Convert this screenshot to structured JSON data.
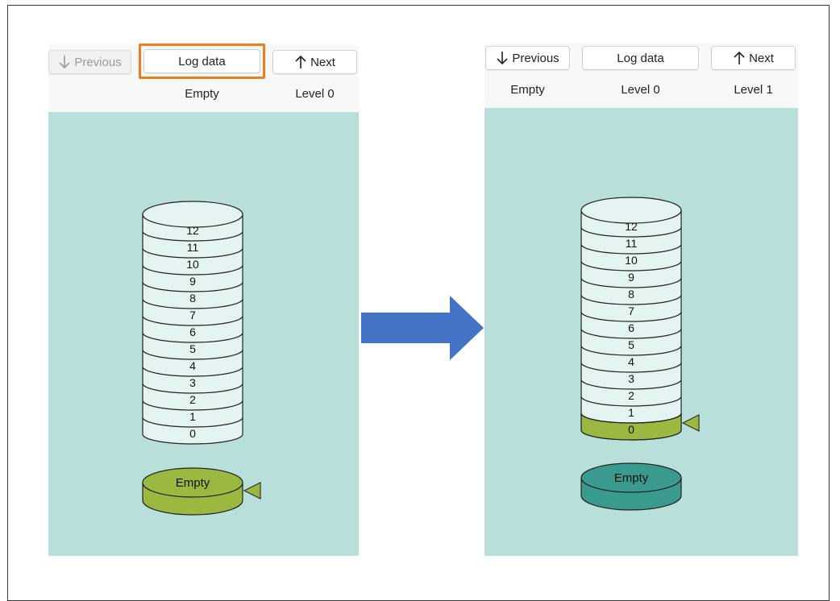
{
  "colors": {
    "canvas_bg": "#b8dfd9",
    "disk_fill": "#e4f4f3",
    "disk_stroke": "#222222",
    "active_slot": "#9bb840",
    "stored_disk": "#3a9a8e",
    "highlight": "#ee7d22",
    "flow_arrow": "#4472c4"
  },
  "left": {
    "buttons": {
      "previous": {
        "label": "Previous",
        "icon": "arrow-down-icon",
        "enabled": false
      },
      "log_data": {
        "label": "Log data",
        "highlighted": true
      },
      "next": {
        "label": "Next",
        "icon": "arrow-up-icon",
        "enabled": true
      }
    },
    "labels": [
      "",
      "Empty",
      "Level 0"
    ],
    "stack_levels": [
      "12",
      "11",
      "10",
      "9",
      "8",
      "7",
      "6",
      "5",
      "4",
      "3",
      "2",
      "1",
      "0"
    ],
    "active_level": null,
    "current_block_label": "Empty"
  },
  "right": {
    "buttons": {
      "previous": {
        "label": "Previous",
        "icon": "arrow-down-icon",
        "enabled": true
      },
      "log_data": {
        "label": "Log data",
        "highlighted": false
      },
      "next": {
        "label": "Next",
        "icon": "arrow-up-icon",
        "enabled": true
      }
    },
    "labels": [
      "Empty",
      "Level 0",
      "Level 1"
    ],
    "stack_levels": [
      "12",
      "11",
      "10",
      "9",
      "8",
      "7",
      "6",
      "5",
      "4",
      "3",
      "2",
      "1",
      "0"
    ],
    "active_level": "0",
    "current_block_label": "Empty"
  },
  "flow_arrow_icon": "arrow-right-icon"
}
